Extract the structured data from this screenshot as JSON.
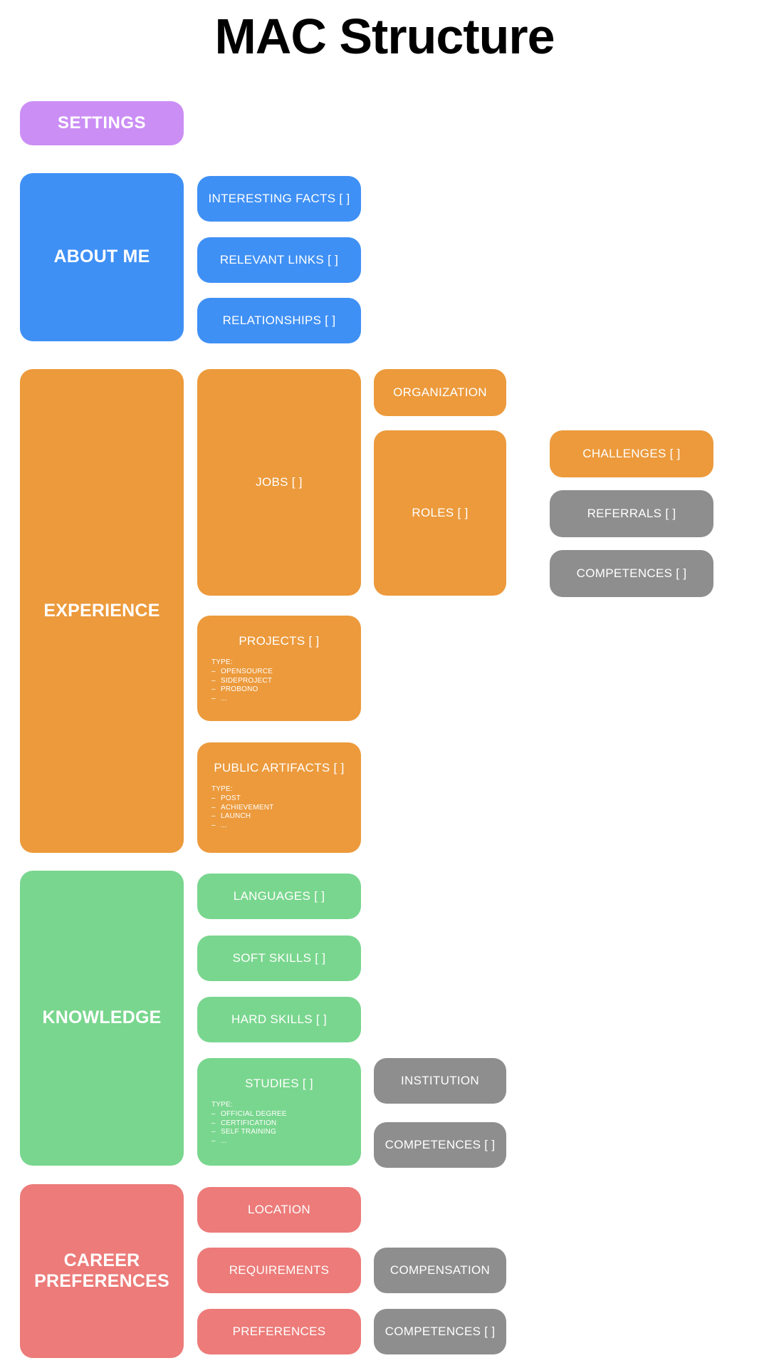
{
  "page": {
    "title": "MAC Structure",
    "background": "#ffffff"
  },
  "colors": {
    "purple": "#cb8ef5",
    "blue": "#3f90f5",
    "orange": "#ec9a3c",
    "green": "#79d68e",
    "salmon": "#ec7b79",
    "gray": "#8e8e8e",
    "text": "#ffffff",
    "title": "#000000"
  },
  "settings": {
    "label": "SETTINGS"
  },
  "about_me": {
    "label": "ABOUT ME",
    "children": [
      {
        "label": "INTERESTING FACTS [ ]"
      },
      {
        "label": "RELEVANT LINKS [ ]"
      },
      {
        "label": "RELATIONSHIPS [ ]"
      }
    ]
  },
  "experience": {
    "label": "EXPERIENCE",
    "jobs": {
      "label": "JOBS [ ]"
    },
    "organization": {
      "label": "ORGANIZATION"
    },
    "roles": {
      "label": "ROLES [ ]"
    },
    "challenges": {
      "label": "CHALLENGES [ ]"
    },
    "referrals": {
      "label": "REFERRALS [ ]"
    },
    "competences": {
      "label": "COMPETENCES [ ]"
    },
    "projects": {
      "label": "PROJECTS [ ]",
      "type_head": "TYPE:",
      "types": [
        "OPENSOURCE",
        "SIDEPROJECT",
        "PROBONO",
        "..."
      ]
    },
    "public_artifacts": {
      "label": "PUBLIC ARTIFACTS [ ]",
      "type_head": "TYPE:",
      "types": [
        "POST",
        "ACHIEVEMENT",
        "LAUNCH",
        "..."
      ]
    }
  },
  "knowledge": {
    "label": "KNOWLEDGE",
    "languages": {
      "label": "LANGUAGES [ ]"
    },
    "soft_skills": {
      "label": "SOFT SKILLS [ ]"
    },
    "hard_skills": {
      "label": "HARD SKILLS [ ]"
    },
    "studies": {
      "label": "STUDIES [ ]",
      "type_head": "TYPE:",
      "types": [
        "OFFICIAL DEGREE",
        "CERTIFICATION",
        "SELF TRAINING",
        "..."
      ]
    },
    "institution": {
      "label": "INSTITUTION"
    },
    "competences": {
      "label": "COMPETENCES [ ]"
    }
  },
  "career_preferences": {
    "label": "CAREER\nPREFERENCES",
    "label_line1": "CAREER",
    "label_line2": "PREFERENCES",
    "location": {
      "label": "LOCATION"
    },
    "requirements": {
      "label": "REQUIREMENTS"
    },
    "preferences": {
      "label": "PREFERENCES"
    },
    "compensation": {
      "label": "COMPENSATION"
    },
    "competences": {
      "label": "COMPETENCES [ ]"
    }
  }
}
